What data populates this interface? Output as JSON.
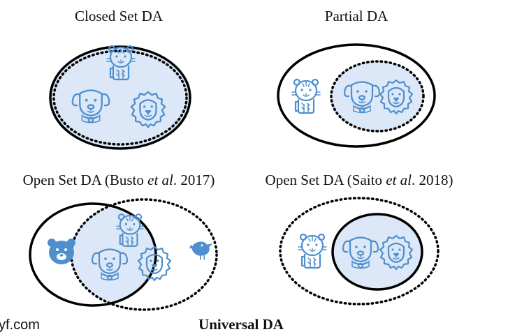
{
  "titles": {
    "closed_set": "Closed Set DA",
    "partial": "Partial DA",
    "open_set_busto_prefix": "Open Set DA (Busto ",
    "open_set_busto_etal": "et al",
    "open_set_busto_suffix": ". 2017)",
    "open_set_saito_prefix": "Open Set DA (Saito ",
    "open_set_saito_etal": "et al",
    "open_set_saito_suffix": ". 2018)",
    "universal": "Universal DA"
  },
  "watermark": "yf.com",
  "icons": [
    "tiger-icon",
    "dog-icon",
    "lion-icon",
    "bear-icon",
    "bird-icon"
  ],
  "colors": {
    "icon": "#4f8fce",
    "shared_fill": "#dce8f7",
    "outline": "#000000"
  }
}
